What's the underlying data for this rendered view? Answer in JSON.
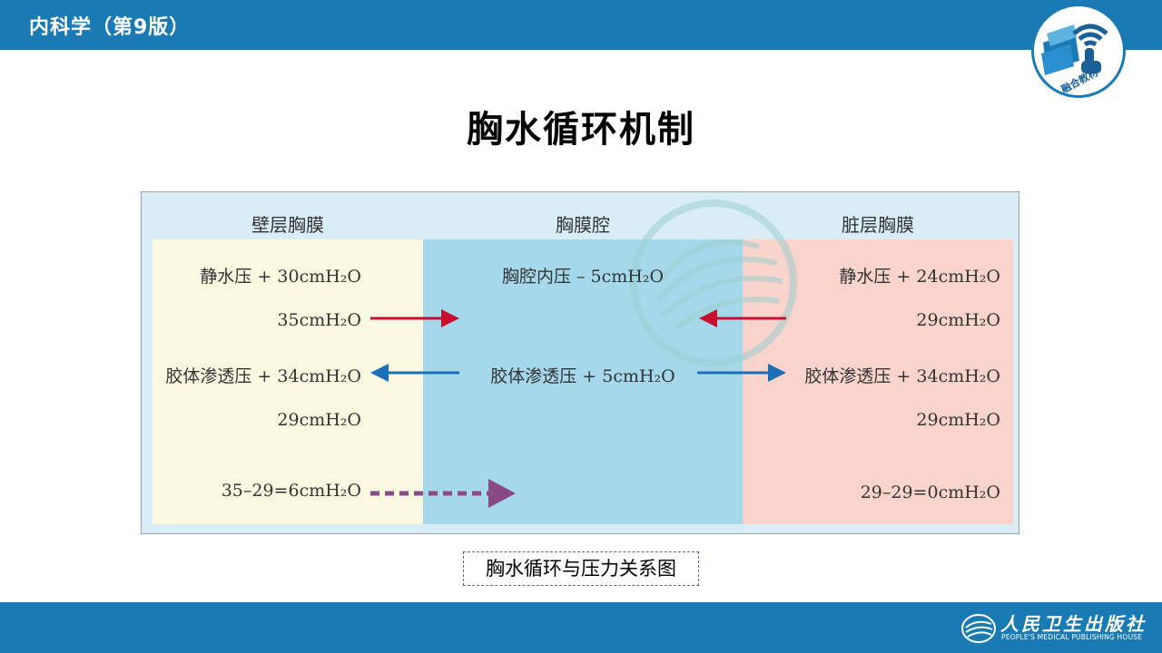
{
  "header": {
    "title": "内科学（第9版）"
  },
  "badge": {
    "label": "融合教材",
    "icon": "wifi-hand-book-icon"
  },
  "slide": {
    "title": "胸水循环机制"
  },
  "figure": {
    "columns": {
      "left": "壁层胸膜",
      "middle": "胸膜腔",
      "right": "脏层胸膜"
    },
    "left": {
      "hydrostatic": "静水压 + 30cmH₂O",
      "net_out": "35cmH₂O",
      "oncotic": "胶体渗透压 + 34cmH₂O",
      "net_in": "29cmH₂O",
      "balance": "35–29=6cmH₂O"
    },
    "middle": {
      "pressure": "胸腔内压 – 5cmH₂O",
      "oncotic": "胶体渗透压 + 5cmH₂O"
    },
    "right": {
      "hydrostatic": "静水压 + 24cmH₂O",
      "net_out": "29cmH₂O",
      "oncotic": "胶体渗透压 + 34cmH₂O",
      "net_in": "29cmH₂O",
      "balance": "29–29=0cmH₂O"
    },
    "colors": {
      "red_arrow": "#c8102e",
      "blue_arrow": "#1a6fb8",
      "purple_arrow": "#8a4a86"
    }
  },
  "caption": "胸水循环与压力关系图",
  "footer": {
    "publisher_cn": "人民卫生出版社",
    "publisher_en": "PEOPLE'S MEDICAL PUBLISHING HOUSE"
  }
}
